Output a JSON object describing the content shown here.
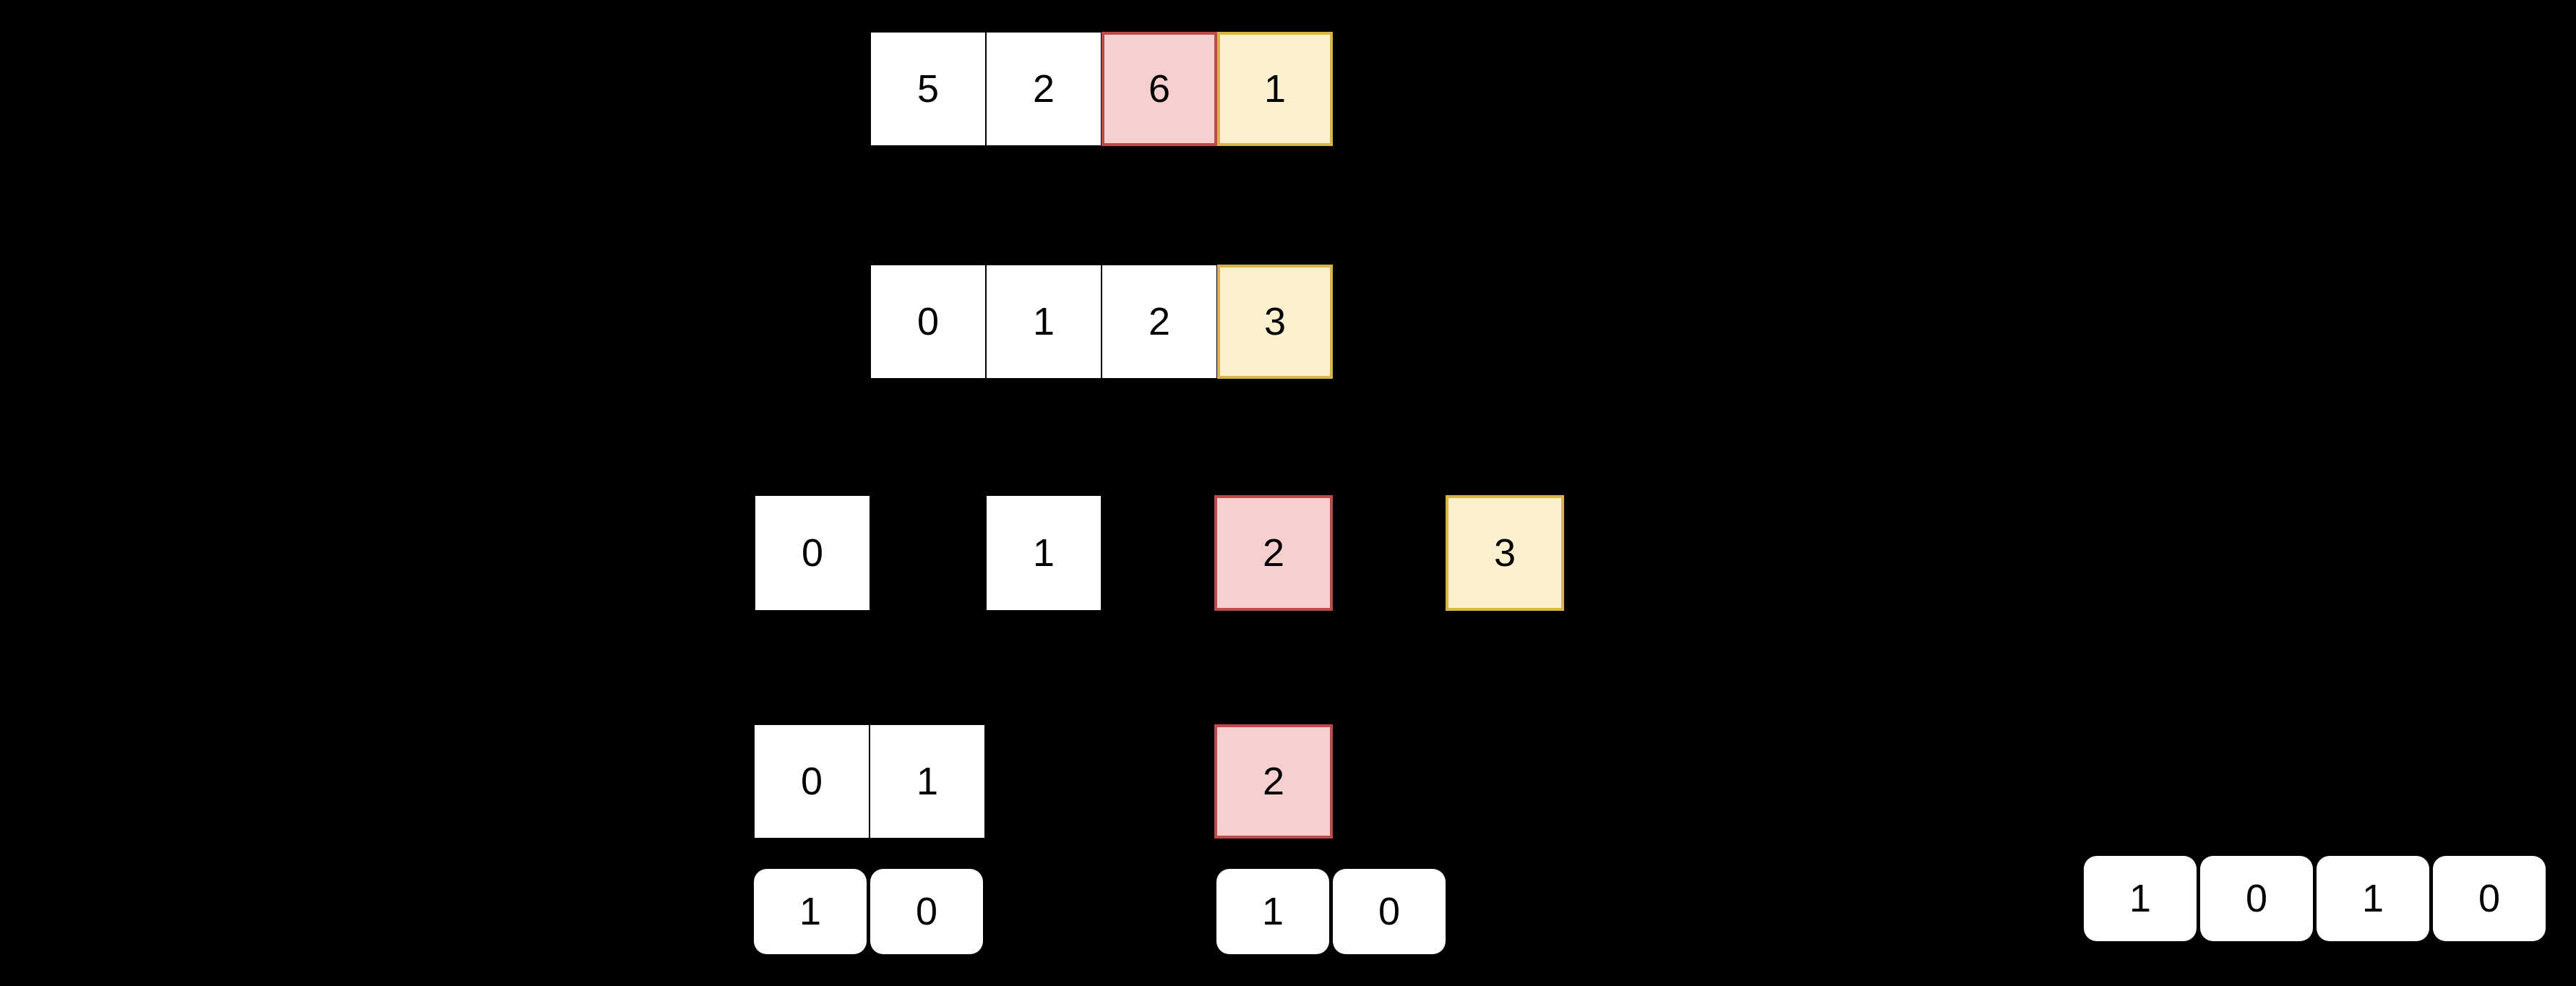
{
  "background_color": "#000000",
  "palette": {
    "cell_white_fill": "#FFFFFF",
    "cell_pink_fill": "#F8CFCF",
    "cell_pink_border": "#BD4B4B",
    "cell_yellow_fill": "#FDF0CC",
    "cell_yellow_border": "#D7B548",
    "text_color": "#000000"
  },
  "rows": [
    {
      "name": "values-row",
      "cells": [
        {
          "value": "5",
          "style": "plain"
        },
        {
          "value": "2",
          "style": "plain"
        },
        {
          "value": "6",
          "style": "pink"
        },
        {
          "value": "1",
          "style": "yellow"
        }
      ]
    },
    {
      "name": "indices-row",
      "cells": [
        {
          "value": "0",
          "style": "plain"
        },
        {
          "value": "1",
          "style": "plain"
        },
        {
          "value": "2",
          "style": "plain"
        },
        {
          "value": "3",
          "style": "yellow"
        }
      ]
    },
    {
      "name": "spread-indices-row",
      "cells": [
        {
          "value": "0",
          "style": "plain"
        },
        {
          "value": "1",
          "style": "plain"
        },
        {
          "value": "2",
          "style": "pink"
        },
        {
          "value": "3",
          "style": "yellow"
        }
      ]
    },
    {
      "name": "partial-indices-row",
      "cells": [
        {
          "value": "0",
          "style": "plain"
        },
        {
          "value": "1",
          "style": "plain"
        },
        {
          "value": "2",
          "style": "pink"
        }
      ]
    },
    {
      "name": "binary-row",
      "groups": [
        {
          "name": "binary-group-left",
          "cells": [
            {
              "value": "1"
            },
            {
              "value": "0"
            }
          ]
        },
        {
          "name": "binary-group-middle",
          "cells": [
            {
              "value": "1"
            },
            {
              "value": "0"
            }
          ]
        },
        {
          "name": "binary-group-right",
          "cells": [
            {
              "value": "1"
            },
            {
              "value": "0"
            },
            {
              "value": "1"
            },
            {
              "value": "0"
            }
          ]
        }
      ]
    }
  ]
}
